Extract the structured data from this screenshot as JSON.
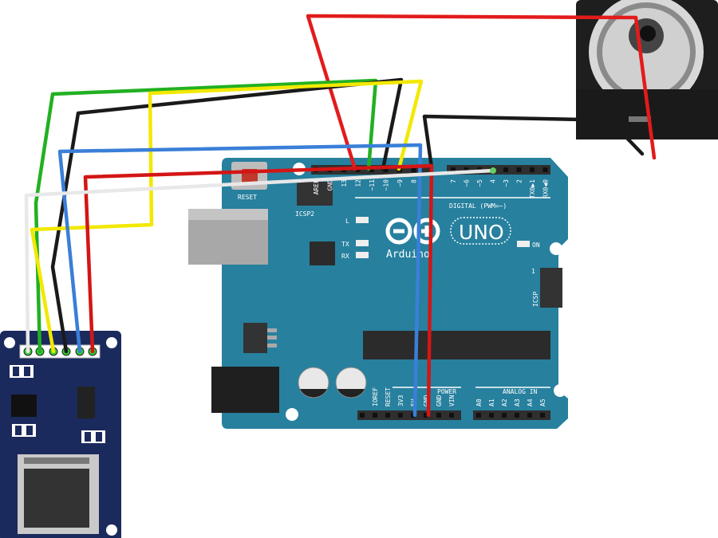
{
  "board": {
    "logo_name": "Arduino",
    "model": "UNO",
    "reset_label": "RESET",
    "icsp2_label": "ICSP2",
    "icsp_label": "ICSP",
    "icsp_pin1": "1",
    "led_l": "L",
    "led_tx": "TX",
    "led_rx": "RX",
    "led_on": "ON",
    "digital_label": "DIGITAL (PWM=~)",
    "power_label": "POWER",
    "analog_label": "ANALOG IN",
    "digital_pins": [
      "AREF",
      "GND",
      "13",
      "12",
      "~11",
      "~10",
      "~9",
      "8",
      "7",
      "~6",
      "~5",
      "4",
      "~3",
      "2",
      "TX0▶1",
      "RX0◀0"
    ],
    "power_pins": [
      "IOREF",
      "RESET",
      "3V3",
      "5V",
      "GND",
      "GND",
      "VIN"
    ],
    "analog_pins": [
      "A0",
      "A1",
      "A2",
      "A3",
      "A4",
      "A5"
    ]
  },
  "colors": {
    "board": "#27809e",
    "sd_board": "#1b2a5c",
    "wire_red": "#e31b1b",
    "wire_black": "#1a1a1a",
    "wire_green": "#22b022",
    "wire_yellow": "#f2e800",
    "wire_blue": "#3a7fd8",
    "wire_white": "#e8e8e8"
  }
}
